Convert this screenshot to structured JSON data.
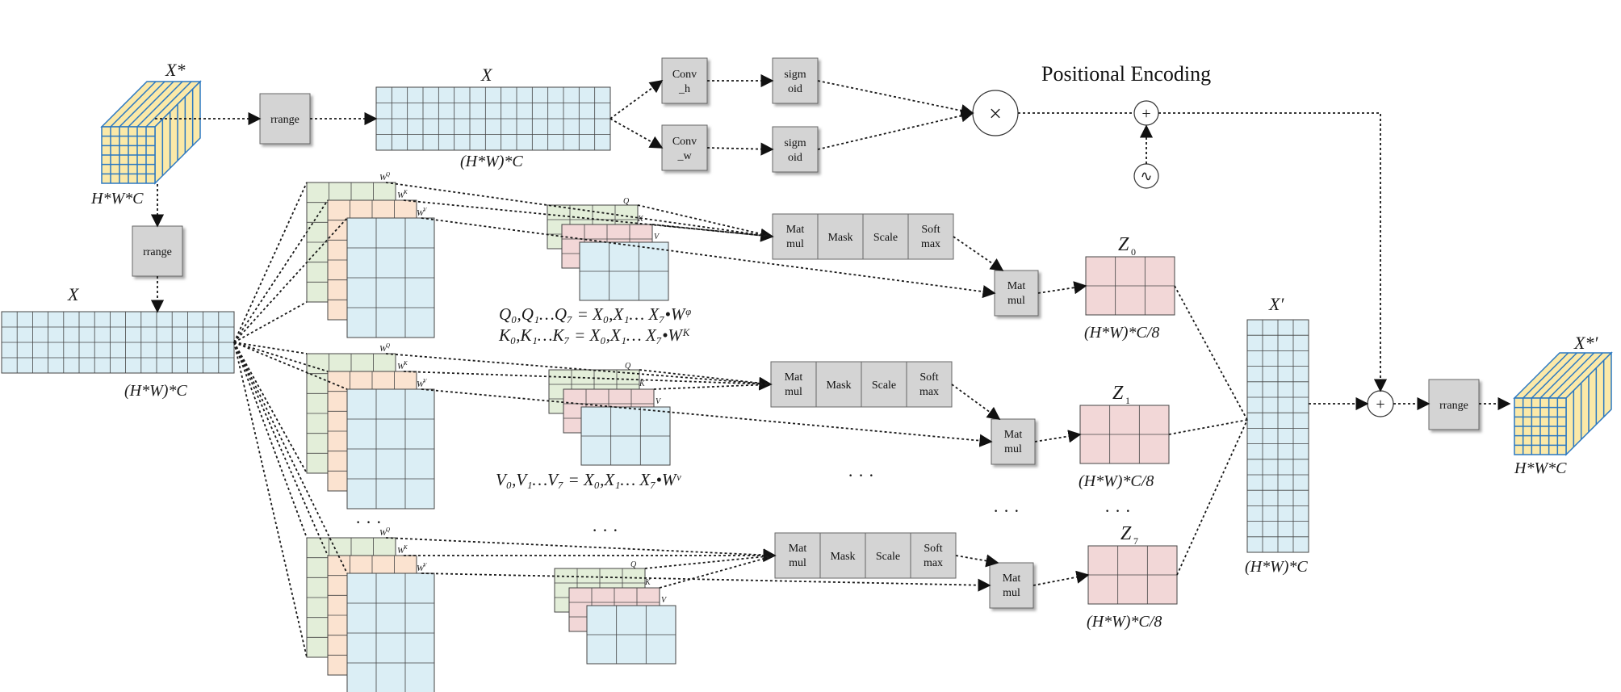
{
  "colors": {
    "grid_blue": "#dbeef5",
    "grid_green": "#e3eed9",
    "grid_peach": "#fbe3d0",
    "grid_pink": "#f2d7d7",
    "cube_yellow": "#fbe9a8",
    "cube_blue_edge": "#2b78c2",
    "box_gray": "#d4d4d4",
    "line": "#1a1a1a"
  },
  "title": "Positional Encoding",
  "input": {
    "name": "X*",
    "shape": "H*W*C"
  },
  "output": {
    "name": "X*′",
    "shape": "H*W*C"
  },
  "rearrange_label": "rrange",
  "top_branch": {
    "matrix_name": "X",
    "matrix_shape": "(H*W)*C",
    "conv_h": [
      "Conv",
      "_h"
    ],
    "conv_w": [
      "Conv",
      "_w"
    ],
    "sigmoid": [
      "sigm",
      "oid"
    ],
    "multiply_symbol": "×",
    "add_symbol": "+",
    "sin_symbol": "∿"
  },
  "left_matrix": {
    "name": "X",
    "shape": "(H*W)*C"
  },
  "weights": {
    "wq": "W",
    "wq_sup": "Q",
    "wk": "W",
    "wk_sup": "K",
    "wv": "W",
    "wv_sup": "V",
    "q_sub": "Q",
    "k_sub": "K",
    "v_sub": "V"
  },
  "ops": [
    "Mat mul",
    "Mask",
    "Scale",
    "Soft max"
  ],
  "ops_lines": [
    [
      "Mat",
      "mul"
    ],
    [
      "Mask"
    ],
    [
      "Scale"
    ],
    [
      "Soft",
      "max"
    ]
  ],
  "matmul_lines": [
    "Mat",
    "mul"
  ],
  "heads": [
    {
      "z_name": "Z",
      "z_sub": "0",
      "z_shape": "(H*W)*C/8"
    },
    {
      "z_name": "Z",
      "z_sub": "1",
      "z_shape": "(H*W)*C/8"
    },
    {
      "z_name": "Z",
      "z_sub": "7",
      "z_shape": "(H*W)*C/8"
    }
  ],
  "equations": {
    "q": "Q₀,Q₁…Q₇ = X₀,X₁… X₇•Wᵠ",
    "k": "K₀,K₁…K₇ = X₀,X₁… X₇•Wᴷ",
    "v": "V₀,V₁…V₇ = X₀,X₁… X₇•Wᵛ"
  },
  "concat": {
    "name": "X′",
    "shape": "(H*W)*C"
  },
  "ellipsis": "· · ·"
}
